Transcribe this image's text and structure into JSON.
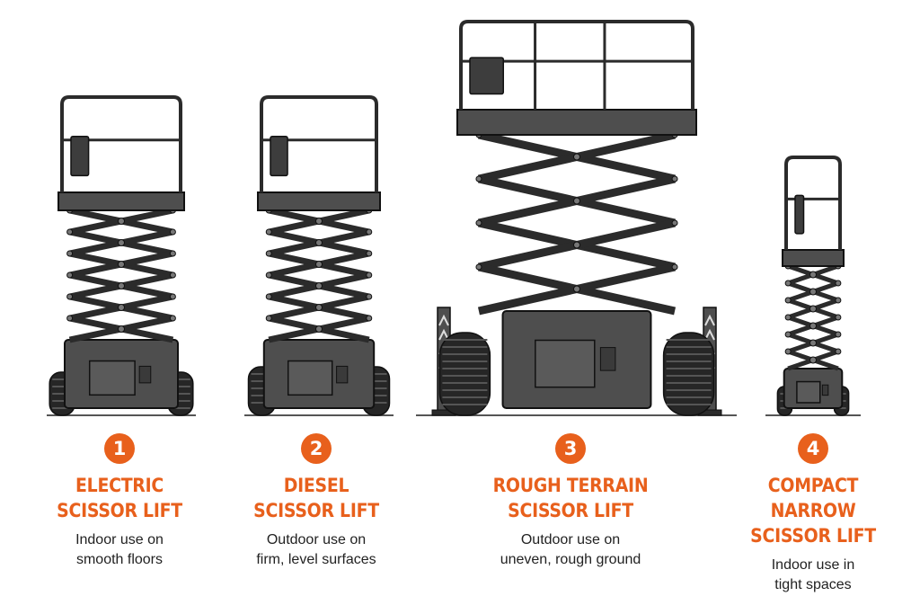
{
  "colors": {
    "accent": "#e8601c",
    "metal": "#4e4e4e",
    "metal_dark": "#2b2b2b",
    "tire": "#262626"
  },
  "lifts": [
    {
      "number": "1",
      "title_line1": "ELECTRIC",
      "title_line2": "SCISSOR LIFT",
      "desc_line1": "Indoor use on",
      "desc_line2": "smooth floors"
    },
    {
      "number": "2",
      "title_line1": "DIESEL",
      "title_line2": "SCISSOR LIFT",
      "desc_line1": "Outdoor use on",
      "desc_line2": "firm, level surfaces"
    },
    {
      "number": "3",
      "title_line1": "ROUGH TERRAIN",
      "title_line2": "SCISSOR LIFT",
      "desc_line1": "Outdoor use on",
      "desc_line2": "uneven, rough ground"
    },
    {
      "number": "4",
      "title_line1": "COMPACT NARROW",
      "title_line2": "SCISSOR LIFT",
      "desc_line1": "Indoor use in",
      "desc_line2": "tight spaces"
    }
  ]
}
